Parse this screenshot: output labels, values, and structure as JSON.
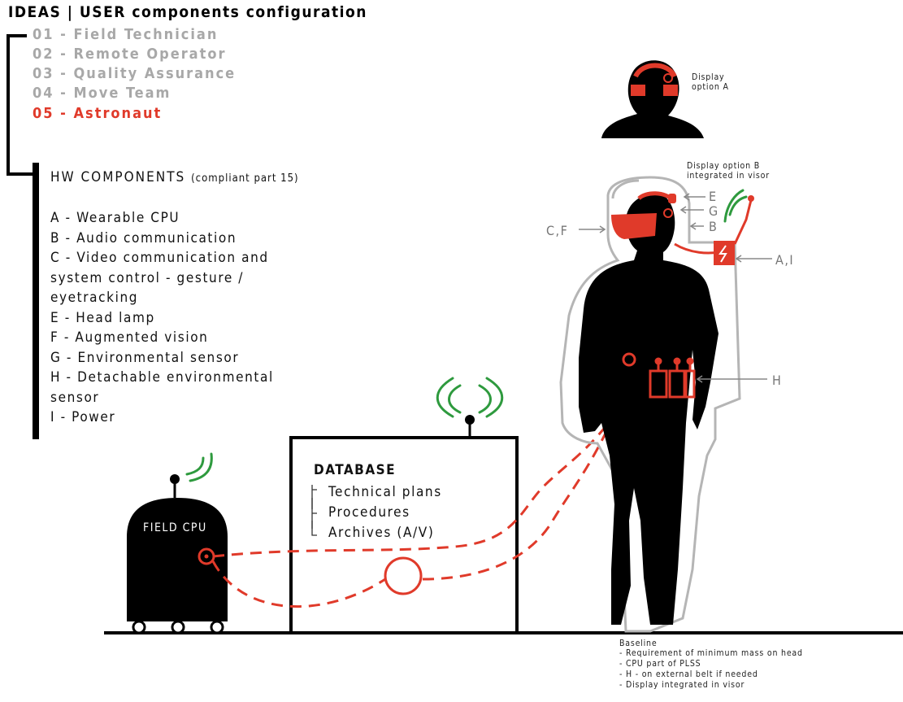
{
  "title": "IDEAS | USER components configuration",
  "roles": [
    {
      "label": "01 - Field Technician",
      "active": false
    },
    {
      "label": "02 - Remote Operator",
      "active": false
    },
    {
      "label": "03 - Quality Assurance",
      "active": false
    },
    {
      "label": "04 - Move Team",
      "active": false
    },
    {
      "label": "05 - Astronaut",
      "active": true
    }
  ],
  "hw": {
    "title": "HW COMPONENTS",
    "subtitle": "(compliant part 15)",
    "items": [
      "A - Wearable CPU",
      "B - Audio communication",
      "C - Video communication and",
      "system control - gesture /",
      "eyetracking",
      "E - Head lamp",
      "F - Augmented vision",
      "G - Environmental sensor",
      "H - Detachable environmental",
      "sensor",
      "I - Power"
    ]
  },
  "display_a": [
    "Display",
    "option A"
  ],
  "display_b": [
    "Display option B",
    "integrated in visor"
  ],
  "callouts": {
    "e": "E",
    "g": "G",
    "b": "B",
    "cf": "C,F",
    "ai": "A,I",
    "h": "H"
  },
  "database": {
    "title": "DATABASE",
    "items": [
      "Technical plans",
      "Procedures",
      "Archives (A/V)"
    ]
  },
  "field_cpu": "FIELD CPU",
  "baseline": [
    "Baseline",
    "- Requirement of minimum mass on head",
    "- CPU part of PLSS",
    "- H - on external belt if needed",
    "- Display integrated in visor"
  ],
  "colors": {
    "accent": "#e03a2a",
    "signal": "#2e9a3e",
    "inactive": "#a8a8a8",
    "outline": "#b5b5b5"
  }
}
